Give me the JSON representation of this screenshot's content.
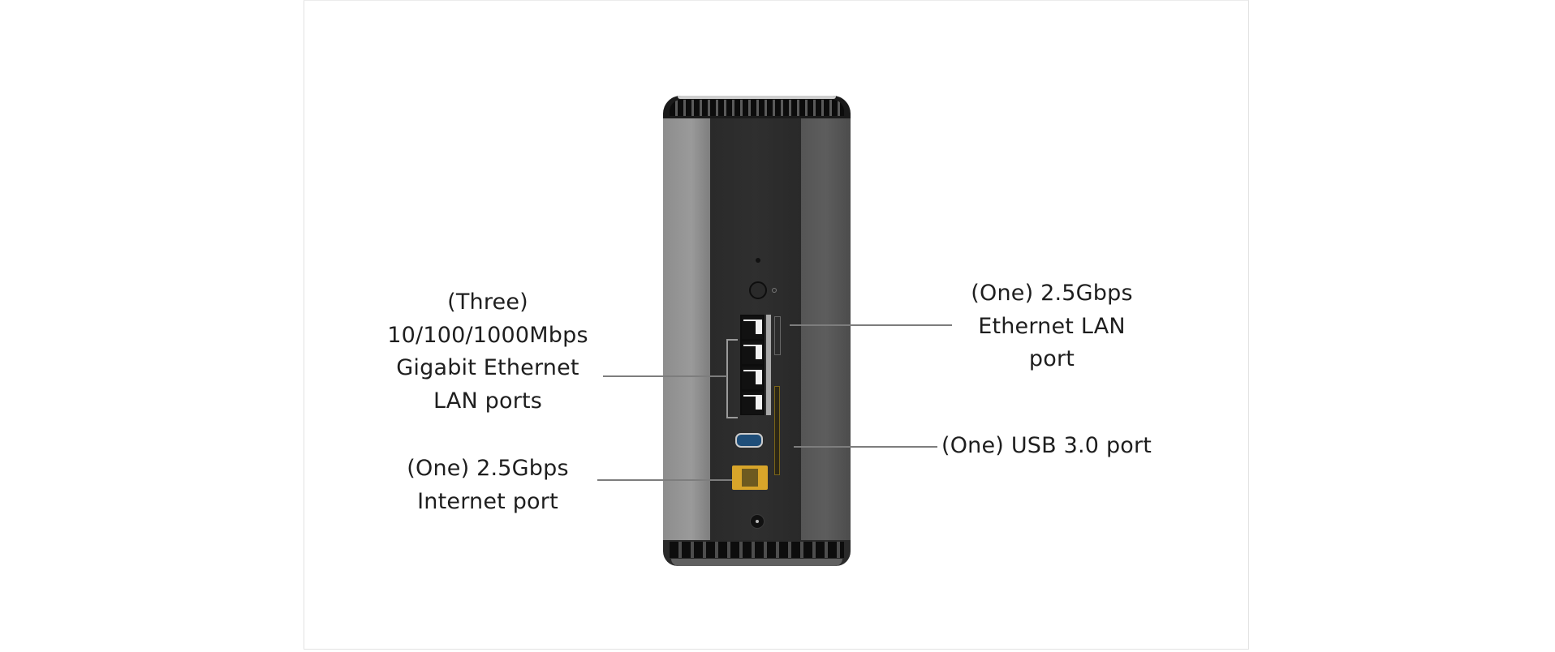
{
  "callouts": {
    "lan_gigabit": {
      "lines": [
        "(Three)",
        "10/100/1000Mbps",
        "Gigabit Ethernet",
        "LAN ports"
      ]
    },
    "internet_port": {
      "lines": [
        "(One) 2.5Gbps",
        "Internet port"
      ]
    },
    "lan_2_5g": {
      "lines": [
        "(One) 2.5Gbps",
        "Ethernet LAN",
        "port"
      ]
    },
    "usb": {
      "lines": [
        "(One) USB 3.0 port"
      ]
    }
  },
  "colors": {
    "text": "#1e1e1e",
    "leader_line": "#7d7d7d",
    "router_center": "#2c2c2c",
    "router_side_left": "#929292",
    "router_side_right": "#575757",
    "internet_port": "#d8a52a",
    "usb_port": "#1f4e79"
  },
  "router": {
    "ports": [
      "reset-pinhole",
      "power-button",
      "lan-2.5g",
      "lan-1g-1",
      "lan-1g-2",
      "lan-1g-3",
      "usb-3.0",
      "internet-2.5g",
      "dc-power"
    ]
  }
}
